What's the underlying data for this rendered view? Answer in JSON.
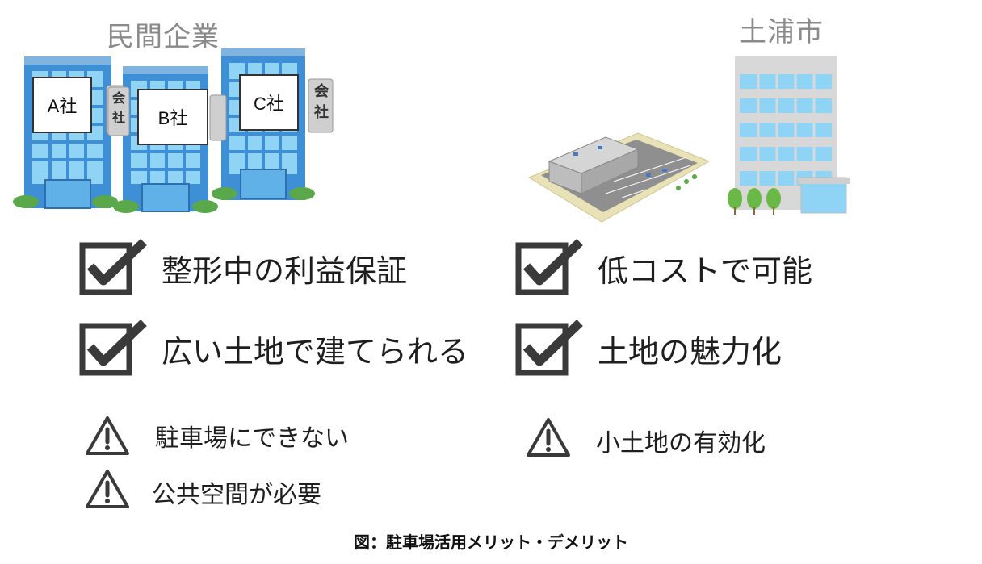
{
  "left_heading": "民間企業",
  "right_heading": "土浦市",
  "company_labels": [
    "A社",
    "B社",
    "C社"
  ],
  "sign_text": "会社",
  "merits_left": [
    "整形中の利益保証",
    "広い土地で建てられる"
  ],
  "merits_right": [
    "低コストで可能",
    "土地の魅力化"
  ],
  "demerits_left": [
    "駐車場にできない",
    "公共空間が必要"
  ],
  "demerits_right": [
    "小土地の有効化"
  ],
  "caption": "図：駐車場活用メリット・デメリット",
  "icons": {
    "merit": "checkbox-check-icon",
    "demerit": "warning-triangle-icon"
  },
  "colors": {
    "building_blue": "#3f8fd6",
    "glass": "#8fd3f5",
    "heading_gray": "#8a8a8a",
    "check_dark": "#3a3a3a"
  }
}
